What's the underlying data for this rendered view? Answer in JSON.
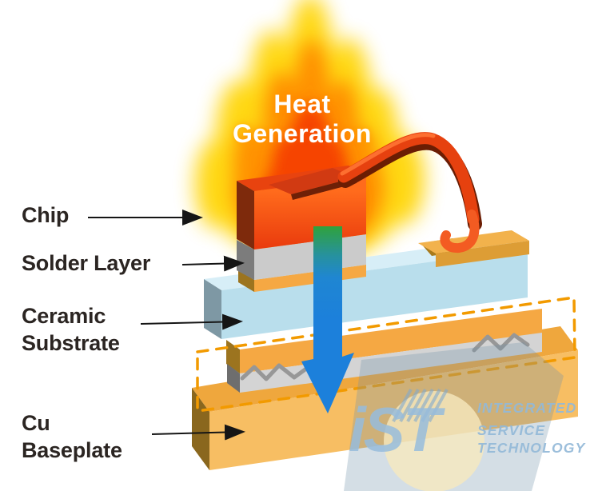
{
  "title": "Heat\nGeneration",
  "labels": [
    {
      "id": "chip",
      "text": "Chip"
    },
    {
      "id": "solder-layer",
      "text": "Solder Layer"
    },
    {
      "id": "ceramic-substrate",
      "text": "Ceramic\nSubstrate"
    },
    {
      "id": "cu-baseplate",
      "text": "Cu\nBaseplate"
    }
  ],
  "watermark": {
    "logo_text": "iST",
    "lines": [
      "INTEGRATED",
      "SERVICE",
      "TECHNOLOGY"
    ]
  },
  "colors": {
    "chip_front": "#F4511E",
    "chip_side": "#7E2A0C",
    "solder_gray": "#CBCBCB",
    "copper_metallization": "#F5A843",
    "ceramic_blue": "#B9DEEC",
    "baseplate_orange": "#F7BE63",
    "heat_arrow_green": "#2FA23C",
    "heat_arrow_blue": "#1C80DB",
    "highlight_dash_orange": "#F29A00",
    "flame_outer_yellow": "#FFD400",
    "flame_mid_orange": "#FF8E00",
    "flame_core_red": "#F64000",
    "ribbon_red": "#E6410F",
    "crack_gray": "#979797",
    "watermark_blue": "#96B8D8",
    "label_text": "#2B2522"
  }
}
